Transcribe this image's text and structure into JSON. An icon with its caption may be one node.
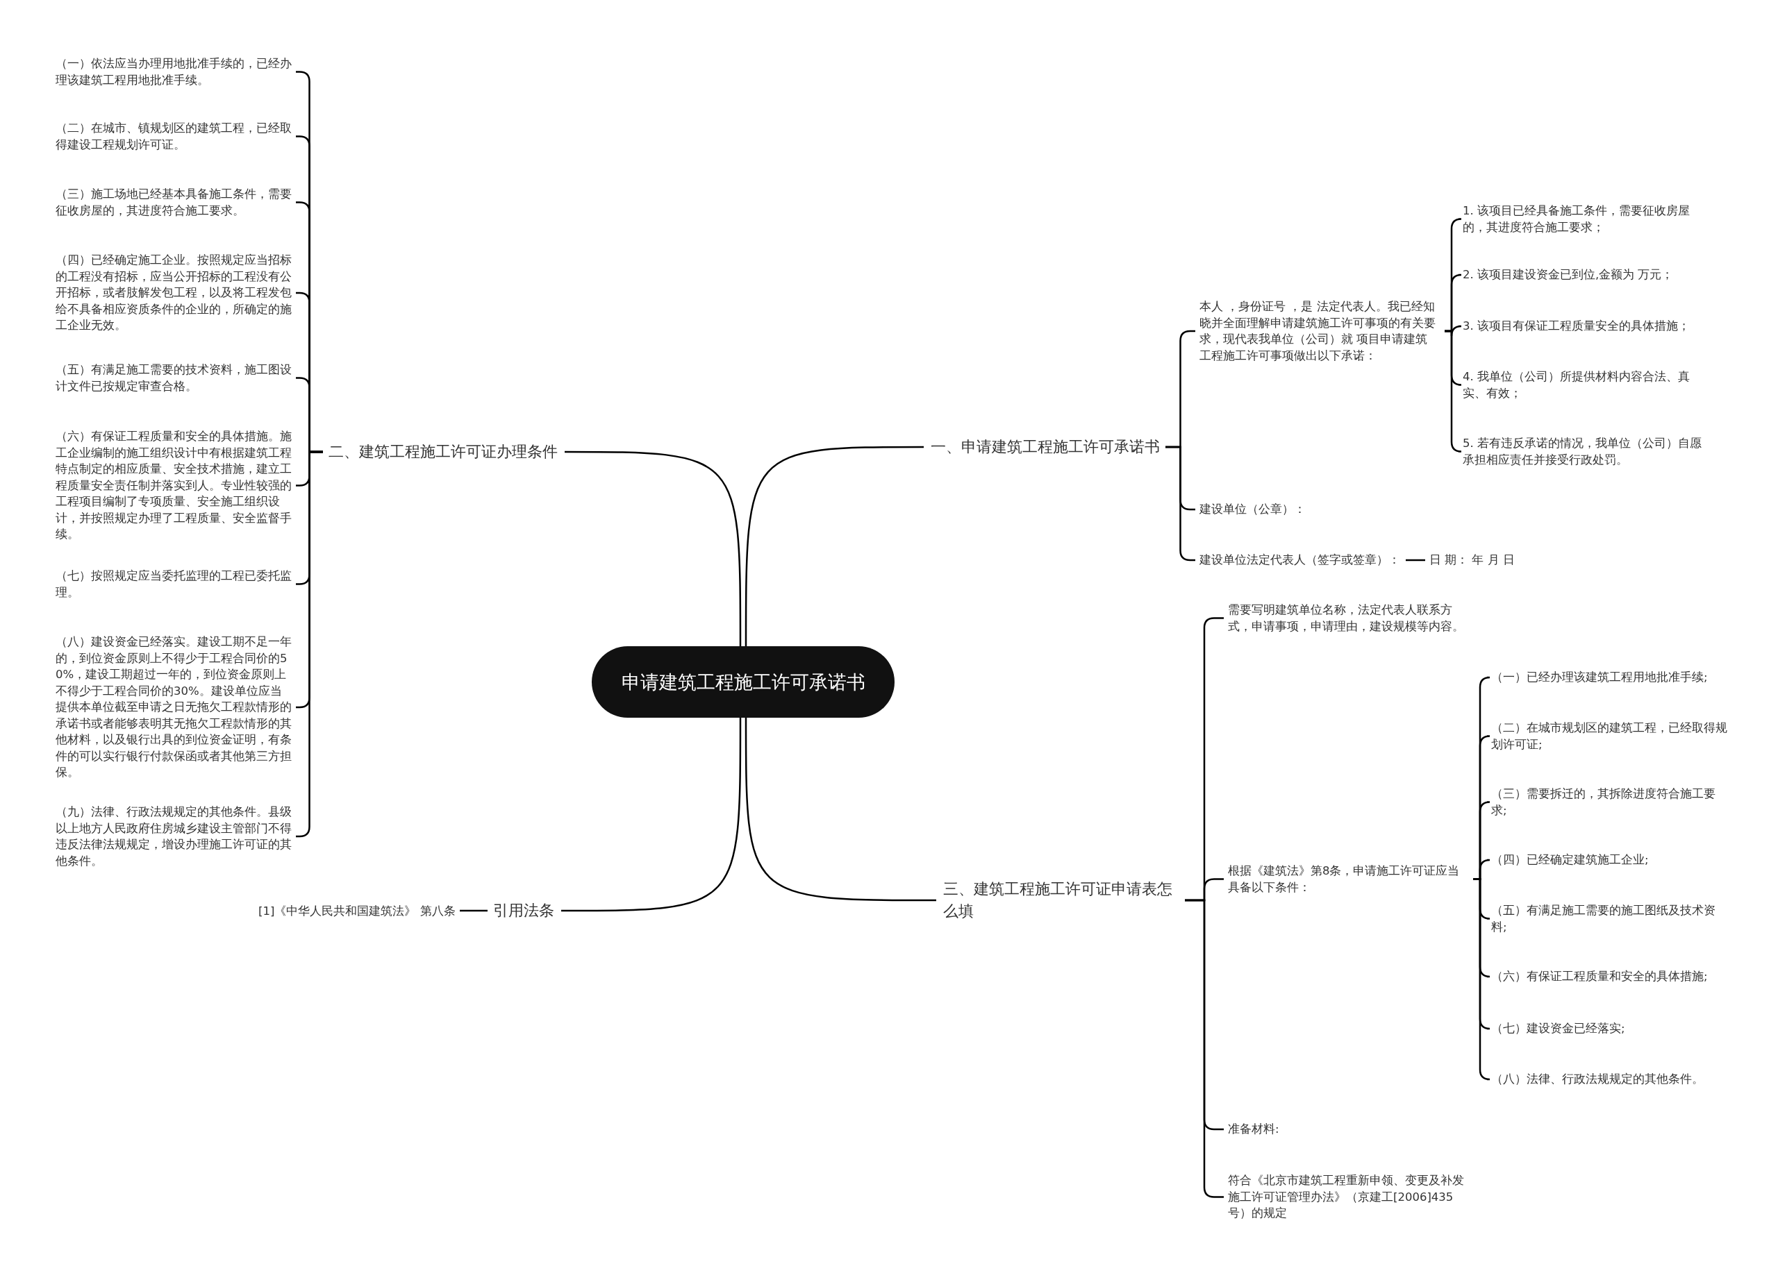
{
  "diagram": {
    "nodes": [
      {
        "text": [
          "申请建筑工程施工许可承诺书"
        ]
      },
      {
        "text": [
          "一、申请建筑工程施工许可承诺书"
        ]
      },
      {
        "text": [
          "本人 ，身份证号 ，是 法定代表人。我已经知晓并全面理解申请建筑施工许可事项的有关要求，现代表我单位（公司）就 项目申请建筑工程施工许可事项做出以下承诺："
        ]
      },
      {
        "text": [
          "1. 该项目已经具备施工条件，需要征收房屋的，其进度符合施工要求；"
        ]
      },
      {
        "text": [
          "2. 该项目建设资金已到位,金额为 万元；"
        ]
      },
      {
        "text": [
          "3. 该项目有保证工程质量安全的具体措施；"
        ]
      },
      {
        "text": [
          "4. 我单位（公司）所提供材料内容合法、真实、有效；"
        ]
      },
      {
        "text": [
          "5. 若有违反承诺的情况，我单位（公司）自愿承担相应责任并接受行政处罚。"
        ]
      },
      {
        "text": [
          "建设单位（公章）："
        ]
      },
      {
        "text": [
          "建设单位法定代表人（签字或签章）："
        ]
      },
      {
        "text": [
          "日 期： 年 月 日"
        ]
      },
      {
        "text": [
          "二、建筑工程施工许可证办理条件"
        ]
      },
      {
        "text": [
          "（一）依法应当办理用地批准手续的，已经办理该建筑工程用地批准手续。"
        ]
      },
      {
        "text": [
          "（二）在城市、镇规划区的建筑工程，已经取得建设工程规划许可证。"
        ]
      },
      {
        "text": [
          "（三）施工场地已经基本具备施工条件，需要征收房屋的，其进度符合施工要求。"
        ]
      },
      {
        "text": [
          "（四）已经确定施工企业。按照规定应当招标的工程没有招标，应当公开招标的工程没有公开招标，或者肢解发包工程，以及将工程发包给不具备相应资质条件的企业的，所确定的施工企业无效。"
        ]
      },
      {
        "text": [
          "（五）有满足施工需要的技术资料，施工图设计文件已按规定审查合格。"
        ]
      },
      {
        "text": [
          "（六）有保证工程质量和安全的具体措施。施工企业编制的施工组织设计中有根据建筑工程特点制定的相应质量、安全技术措施，建立工程质量安全责任制并落实到人。专业性较强的工程项目编制了专项质量、安全施工组织设计，并按照规定办理了工程质量、安全监督手续。"
        ]
      },
      {
        "text": [
          "（七）按照规定应当委托监理的工程已委托监理。"
        ]
      },
      {
        "text": [
          "（八）建设资金已经落实。建设工期不足一年的，到位资金原则上不得少于工程合同价的50%，建设工期超过一年的，到位资金原则上不得少于工程合同价的30%。建设单位应当提供本单位截至申请之日无拖欠工程款情形的承诺书或者能够表明其无拖欠工程款情形的其他材料，以及银行出具的到位资金证明，有条件的可以实行银行付款保函或者其他第三方担保。"
        ]
      },
      {
        "text": [
          "（九）法律、行政法规规定的其他条件。县级以上地方人民政府住房城乡建设主管部门不得违反法律法规规定，增设办理施工许可证的其他条件。"
        ]
      },
      {
        "text": [
          "引用法条"
        ]
      },
      {
        "text": [
          "[1]《中华人民共和国建筑法》 第八条"
        ]
      },
      {
        "text": [
          "三、建筑工程施工许可证申请表怎么填"
        ]
      },
      {
        "text": [
          "需要写明建筑单位名称，法定代表人联系方式，申请事项，申请理由，建设规模等内容。"
        ]
      },
      {
        "text": [
          "根据《建筑法》第8条，申请施工许可证应当具备以下条件："
        ]
      },
      {
        "text": [
          "（一）已经办理该建筑工程用地批准手续;"
        ]
      },
      {
        "text": [
          "（二）在城市规划区的建筑工程，已经取得规划许可证;"
        ]
      },
      {
        "text": [
          "（三）需要拆迁的，其拆除进度符合施工要求;"
        ]
      },
      {
        "text": [
          "（四）已经确定建筑施工企业;"
        ]
      },
      {
        "text": [
          "（五）有满足施工需要的施工图纸及技术资料;"
        ]
      },
      {
        "text": [
          "（六）有保证工程质量和安全的具体措施;"
        ]
      },
      {
        "text": [
          "（七）建设资金已经落实;"
        ]
      },
      {
        "text": [
          "（八）法律、行政法规规定的其他条件。"
        ]
      },
      {
        "text": [
          "准备材料:"
        ]
      },
      {
        "text": [
          "符合《北京市建筑工程重新申领、变更及补发施工许可证管理办法》（京建工[2006]435号）的规定"
        ]
      }
    ],
    "edges": [
      {
        "from": 0,
        "to": 1,
        "arrow": "none"
      },
      {
        "from": 1,
        "to": 2,
        "arrow": "none"
      },
      {
        "from": 2,
        "to": 3,
        "arrow": "none"
      },
      {
        "from": 2,
        "to": 4,
        "arrow": "none"
      },
      {
        "from": 2,
        "to": 5,
        "arrow": "none"
      },
      {
        "from": 2,
        "to": 6,
        "arrow": "none"
      },
      {
        "from": 2,
        "to": 7,
        "arrow": "none"
      },
      {
        "from": 1,
        "to": 8,
        "arrow": "none"
      },
      {
        "from": 1,
        "to": 9,
        "arrow": "none"
      },
      {
        "from": 9,
        "to": 10,
        "arrow": "none"
      },
      {
        "from": 0,
        "to": 11,
        "arrow": "none"
      },
      {
        "from": 11,
        "to": 12,
        "arrow": "none"
      },
      {
        "from": 11,
        "to": 13,
        "arrow": "none"
      },
      {
        "from": 11,
        "to": 14,
        "arrow": "none"
      },
      {
        "from": 11,
        "to": 15,
        "arrow": "none"
      },
      {
        "from": 11,
        "to": 16,
        "arrow": "none"
      },
      {
        "from": 11,
        "to": 17,
        "arrow": "none"
      },
      {
        "from": 11,
        "to": 18,
        "arrow": "none"
      },
      {
        "from": 11,
        "to": 19,
        "arrow": "none"
      },
      {
        "from": 11,
        "to": 20,
        "arrow": "none"
      },
      {
        "from": 0,
        "to": 21,
        "arrow": "none"
      },
      {
        "from": 21,
        "to": 22,
        "arrow": "none"
      },
      {
        "from": 0,
        "to": 23,
        "arrow": "none"
      },
      {
        "from": 23,
        "to": 24,
        "arrow": "none"
      },
      {
        "from": 23,
        "to": 25,
        "arrow": "none"
      },
      {
        "from": 25,
        "to": 26,
        "arrow": "none"
      },
      {
        "from": 25,
        "to": 27,
        "arrow": "none"
      },
      {
        "from": 25,
        "to": 28,
        "arrow": "none"
      },
      {
        "from": 25,
        "to": 29,
        "arrow": "none"
      },
      {
        "from": 25,
        "to": 30,
        "arrow": "none"
      },
      {
        "from": 25,
        "to": 31,
        "arrow": "none"
      },
      {
        "from": 25,
        "to": 32,
        "arrow": "none"
      },
      {
        "from": 25,
        "to": 33,
        "arrow": "none"
      },
      {
        "from": 23,
        "to": 34,
        "arrow": "none"
      },
      {
        "from": 23,
        "to": 35,
        "arrow": "none"
      }
    ]
  }
}
